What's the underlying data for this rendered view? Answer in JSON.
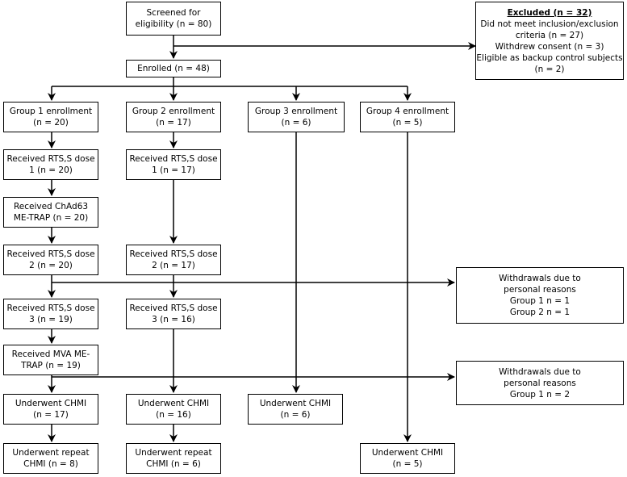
{
  "diagram": {
    "screened": [
      "Screened for",
      "eligibility (n = 80)"
    ],
    "excluded": {
      "title": "Excluded (n = 32)",
      "lines": [
        "Did not meet inclusion/exclusion",
        "criteria (n = 27)",
        "Withdrew consent (n = 3)",
        "Eligible as backup control subjects",
        "(n = 2)"
      ]
    },
    "enrolled": [
      "Enrolled (n = 48)"
    ],
    "group1": {
      "enrollment": [
        "Group 1 enrollment",
        "(n = 20)"
      ],
      "rtss_dose1": [
        "Received RTS,S dose",
        "1 (n = 20)"
      ],
      "chad63": [
        "Received ChAd63",
        "ME-TRAP (n = 20)"
      ],
      "rtss_dose2": [
        "Received RTS,S dose",
        "2 (n = 20)"
      ],
      "rtss_dose3": [
        "Received RTS,S dose",
        "3 (n = 19)"
      ],
      "mva": [
        "Received MVA ME-",
        "TRAP (n = 19)"
      ],
      "chmi": [
        "Underwent CHMI",
        "(n = 17)"
      ],
      "repeat_chmi": [
        "Underwent repeat",
        "CHMI (n = 8)"
      ]
    },
    "group2": {
      "enrollment": [
        "Group 2 enrollment",
        "(n = 17)"
      ],
      "rtss_dose1": [
        "Received RTS,S dose",
        "1 (n = 17)"
      ],
      "rtss_dose2": [
        "Received RTS,S dose",
        "2 (n = 17)"
      ],
      "rtss_dose3": [
        "Received RTS,S dose",
        "3 (n = 16)"
      ],
      "chmi": [
        "Underwent CHMI",
        "(n = 16)"
      ],
      "repeat_chmi": [
        "Underwent repeat",
        "CHMI (n = 6)"
      ]
    },
    "group3": {
      "enrollment": [
        "Group 3 enrollment",
        "(n = 6)"
      ],
      "chmi": [
        "Underwent CHMI",
        "(n = 6)"
      ]
    },
    "group4": {
      "enrollment": [
        "Group 4 enrollment",
        "(n = 5)"
      ],
      "chmi": [
        "Underwent CHMI",
        "(n = 5)"
      ]
    },
    "withdrawals1": [
      "Withdrawals due to",
      "personal reasons",
      "Group 1 n = 1",
      "Group 2 n = 1"
    ],
    "withdrawals2": [
      "Withdrawals due to",
      "personal reasons",
      "Group 1 n = 2"
    ]
  }
}
